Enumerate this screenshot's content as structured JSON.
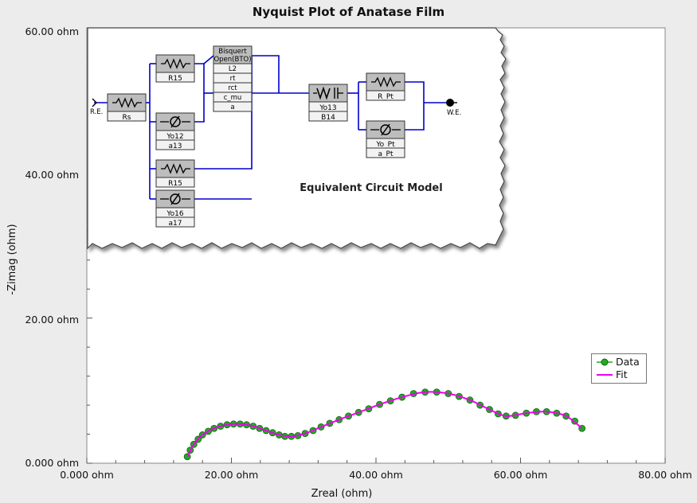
{
  "chart_data": {
    "type": "scatter",
    "title": "Nyquist Plot of Anatase Film",
    "xlabel": "Zreal (ohm)",
    "ylabel": "-Zimag (ohm)",
    "xlim": [
      0,
      80
    ],
    "ylim": [
      0,
      60
    ],
    "x_ticks": [
      "0.000 ohm",
      "20.00 ohm",
      "40.00 ohm",
      "60.00 ohm",
      "80.00 ohm"
    ],
    "y_ticks": [
      "0.000 ohm",
      "20.00 ohm",
      "40.00 ohm",
      "60.00 ohm"
    ],
    "legend_position": "right",
    "series": [
      {
        "name": "Data",
        "marker": "circle",
        "color": "#22aa22",
        "x": [
          13.9,
          14.3,
          14.8,
          15.4,
          16.0,
          16.8,
          17.6,
          18.5,
          19.4,
          20.3,
          21.2,
          22.1,
          23.0,
          23.9,
          24.8,
          25.7,
          26.6,
          27.4,
          28.3,
          29.2,
          30.2,
          31.3,
          32.4,
          33.6,
          34.9,
          36.2,
          37.6,
          39.0,
          40.5,
          42.0,
          43.6,
          45.2,
          46.8,
          48.4,
          50.0,
          51.5,
          53.0,
          54.4,
          55.7,
          56.9,
          58.0,
          59.3,
          60.8,
          62.2,
          63.6,
          65.0,
          66.3,
          67.5,
          68.5
        ],
        "y": [
          0.9,
          1.8,
          2.6,
          3.3,
          3.9,
          4.4,
          4.8,
          5.1,
          5.3,
          5.4,
          5.4,
          5.3,
          5.1,
          4.8,
          4.5,
          4.2,
          3.9,
          3.7,
          3.7,
          3.8,
          4.1,
          4.5,
          5.0,
          5.5,
          6.0,
          6.5,
          7.0,
          7.5,
          8.1,
          8.6,
          9.1,
          9.6,
          9.8,
          9.8,
          9.6,
          9.2,
          8.7,
          8.0,
          7.4,
          6.8,
          6.5,
          6.6,
          6.9,
          7.1,
          7.1,
          6.9,
          6.5,
          5.8,
          4.8
        ]
      },
      {
        "name": "Fit",
        "marker": "line",
        "color": "#ee00ee",
        "x": [
          13.9,
          14.8,
          16.0,
          17.6,
          19.4,
          21.2,
          23.0,
          24.8,
          26.6,
          28.3,
          30.2,
          32.4,
          34.9,
          37.6,
          40.5,
          43.6,
          46.8,
          50.0,
          53.0,
          55.7,
          58.0,
          60.8,
          63.6,
          66.3,
          68.5
        ],
        "y": [
          0.9,
          2.6,
          3.9,
          4.8,
          5.3,
          5.4,
          5.1,
          4.5,
          3.9,
          3.7,
          4.1,
          5.0,
          6.0,
          7.0,
          8.1,
          9.1,
          9.8,
          9.6,
          8.7,
          7.4,
          6.5,
          6.9,
          7.1,
          6.5,
          4.8
        ]
      }
    ],
    "annotation": "Equivalent Circuit Model"
  },
  "circuit": {
    "title": "Equivalent Circuit Model",
    "re_label": "R.E.",
    "we_label": "W.E.",
    "rs": "Rs",
    "r15_top": "R15",
    "yo12": "Yo12",
    "a13": "a13",
    "r15_low": "R15",
    "yo16": "Yo16",
    "a17": "a17",
    "bisquert_1": "Bisquert",
    "bisquert_2": "Open(BTO)",
    "l2": "L2",
    "rt": "rt",
    "rct": "rct",
    "c_mu": "c_mu",
    "a": "a",
    "yo13": "Yo13",
    "b14": "B14",
    "r_pt": "R_Pt",
    "yo_pt": "Yo_Pt",
    "a_pt": "a_Pt"
  },
  "colors": {
    "data_fill": "#22aa22",
    "fit_line": "#ee00ee",
    "wire": "#0000cc"
  }
}
